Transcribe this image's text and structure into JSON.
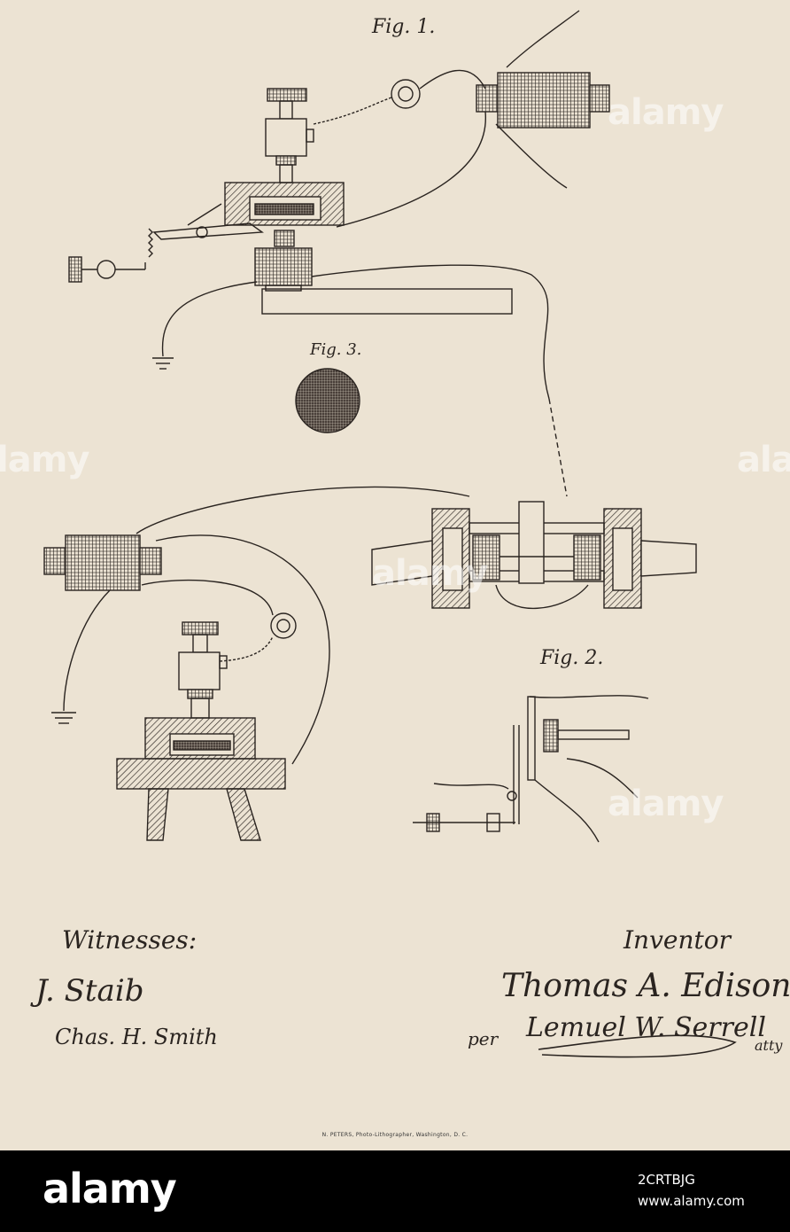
{
  "figures": {
    "fig1": "Fig. 1.",
    "fig2": "Fig. 2.",
    "fig3": "Fig. 3."
  },
  "signatures": {
    "witnesses_heading": "Witnesses:",
    "witness1": "J. Staib",
    "witness2": "Chas. H. Smith",
    "inventor_heading": "Inventor",
    "inventor_name": "Thomas A. Edison",
    "per": "per",
    "attorney": "Lemuel W. Serrell",
    "atty": "atty"
  },
  "printer_imprint": "N. PETERS, Photo-Lithographer, Washington, D. C.",
  "watermark": {
    "text": "alamy",
    "image_id": "2CRTBJG",
    "site": "www.alamy.com"
  },
  "colors": {
    "paper": "#ece3d3",
    "ink": "#2a2420",
    "footer": "#000000"
  }
}
